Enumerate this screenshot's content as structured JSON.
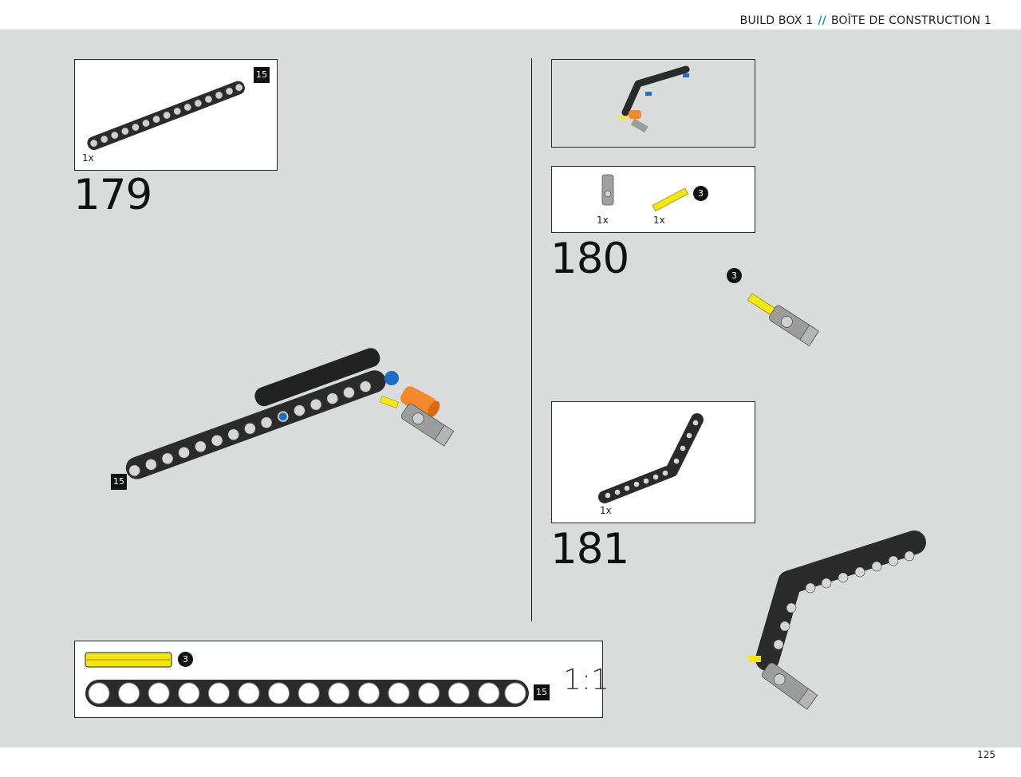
{
  "header": {
    "left_title": "BUILD BOX 1",
    "separator": "//",
    "right_title": "BOÎTE DE CONSTRUCTION 1"
  },
  "page_number": "125",
  "steps": {
    "s179": {
      "number": "179",
      "part_qty": "1x",
      "part_length": "15",
      "model_beam_length": "15"
    },
    "s180": {
      "number": "180",
      "part1_qty": "1x",
      "part2_qty": "1x",
      "axle_length": "3",
      "model_axle_length": "3"
    },
    "s181": {
      "number": "181",
      "part_qty": "1x"
    }
  },
  "ruler": {
    "axle_length": "3",
    "beam_length": "15",
    "scale": "1:1"
  },
  "colors": {
    "background": "#d9dcdb",
    "accent": "#1b8fd1",
    "beam": "#2b2b2b",
    "axle": "#f4e614",
    "pin_blue": "#1e6fc4",
    "connector_orange": "#f28a2c",
    "connector_gray": "#9c9c9c"
  }
}
